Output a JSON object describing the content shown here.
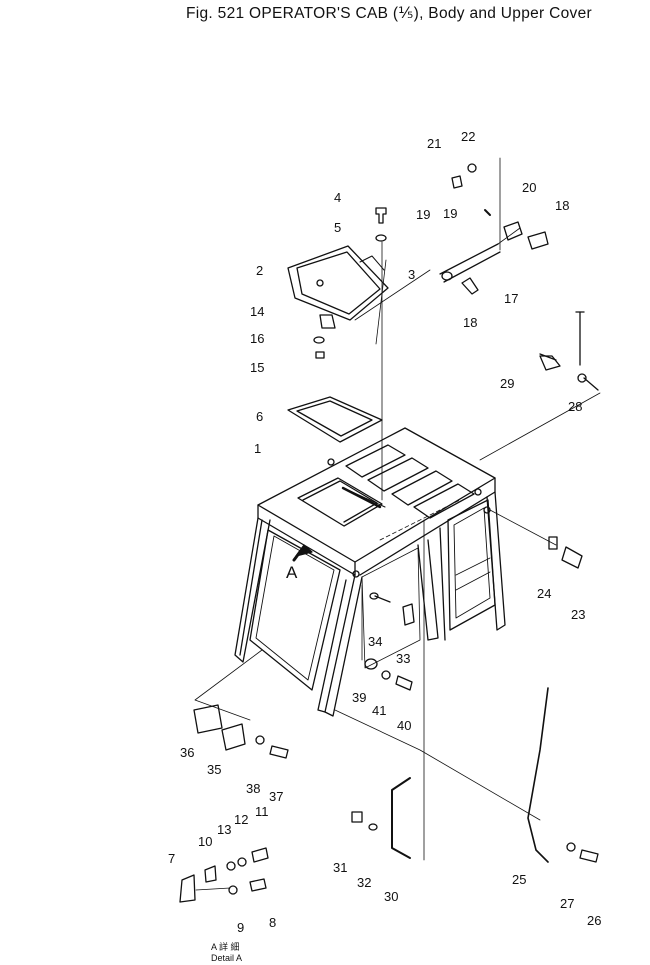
{
  "header": {
    "title": "Fig. 521  OPERATOR'S CAB (⅕), Body and Upper Cover"
  },
  "view_marker": "A",
  "detail_caption": {
    "line1": "A 詳 細",
    "line2": "Detail A"
  },
  "callouts": [
    "1",
    "2",
    "3",
    "4",
    "5",
    "6",
    "7",
    "8",
    "9",
    "10",
    "11",
    "12",
    "13",
    "14",
    "15",
    "16",
    "17",
    "18",
    "18",
    "19",
    "19",
    "20",
    "21",
    "22",
    "23",
    "24",
    "25",
    "26",
    "27",
    "28",
    "29",
    "30",
    "31",
    "32",
    "33",
    "34",
    "35",
    "36",
    "37",
    "38",
    "39",
    "40",
    "41"
  ]
}
